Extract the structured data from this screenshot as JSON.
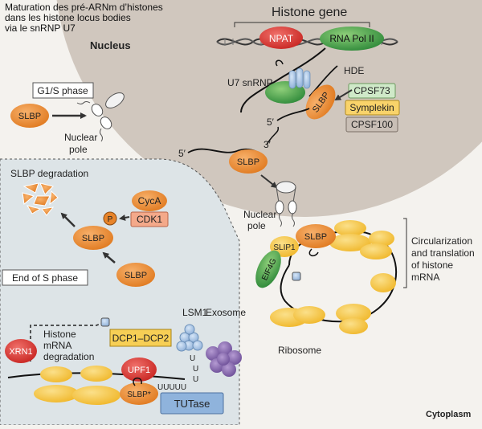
{
  "caption": {
    "line1": "Maturation des pré-ARNm d’histones",
    "line2": "dans les histone locus bodies",
    "line3": "via le snRNP U7"
  },
  "labels": {
    "nucleus": "Nucleus",
    "histone_gene": "Histone gene",
    "npat": "NPAT",
    "rna_pol_ii": "RNA Pol II",
    "hde": "HDE",
    "u7_snrnp": "U7 snRNP",
    "slbp": "SLBP",
    "slbp_star": "SLBP*",
    "cpsf73": "CPSF73",
    "symplekin": "Symplekin",
    "cpsf100": "CPSF100",
    "five_prime": "5′",
    "three_prime": "3′",
    "g1s_phase": "G1/S phase",
    "nuclear": "Nuclear",
    "pole": "pole",
    "slbp_degradation": "SLBP degradation",
    "cyca": "CycA",
    "cdk1": "CDK1",
    "p": "P",
    "end_of_s_phase": "End of S phase",
    "slip1": "SLIP1",
    "eif4g": "EIF4G",
    "circularization": "Circularization",
    "and_translation": "and translation",
    "of_histone": "of histone",
    "mrna": "mRNA",
    "ribosome": "Ribosome",
    "lsm1": "LSM1",
    "exosome": "Exosome",
    "histone": "Histone",
    "mrna_deg": "mRNA",
    "degradation": "degradation",
    "xrn1": "XRN1",
    "dcp": "DCP1–DCP2",
    "upf1": "UPF1",
    "tutase": "TUTase",
    "uuuuu": "UUUUU",
    "u": "U",
    "cytoplasm": "Cytoplasm"
  },
  "colors": {
    "nucleus": "#cfc6bd",
    "cytoplasm_panel": "#dde3e6",
    "slbp": "#e8842a",
    "npat": "#d7312b",
    "rna_pol_ii": "#3d9a45",
    "ribosome": "#f5c33b",
    "tutase": "#8fb3dc",
    "exosome": "#8b6bb0",
    "cdk1": "#f2a58a"
  }
}
